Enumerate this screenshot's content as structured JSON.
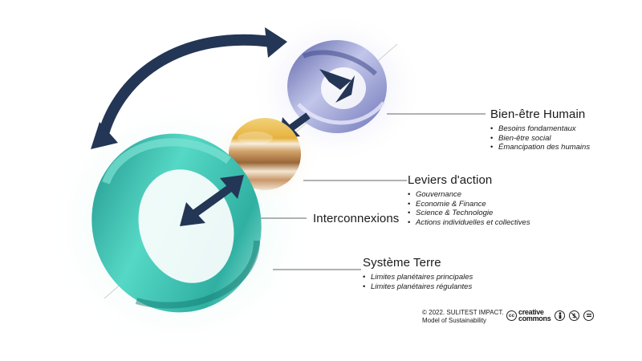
{
  "labels": {
    "human": {
      "title": "Bien-être Humain",
      "items": [
        "Besoins fondamentaux",
        "Bien-être social",
        "Émancipation des humains"
      ]
    },
    "levers": {
      "title": "Leviers d'action",
      "items": [
        "Gouvernance",
        "Economie & Finance",
        "Science & Technologie",
        "Actions individuelles et collectives"
      ]
    },
    "interconnexions": {
      "title": "Interconnexions"
    },
    "earth": {
      "title": "Système Terre",
      "items": [
        "Limites planétaires principales",
        "Limites planétaires régulantes"
      ]
    }
  },
  "footer": {
    "line1": "© 2022. SULITEST IMPACT.",
    "line2": "Model of Sustainability"
  },
  "license": {
    "logo_mark": "cc",
    "logo_text_1": "creative",
    "logo_text_2": "commons",
    "icons": [
      "cc-by-icon",
      "cc-nc-icon",
      "cc-nd-icon"
    ],
    "badges": [
      "BY",
      "NC",
      "ND"
    ]
  },
  "colors": {
    "arrow": "#243655",
    "human_ring": "#8b90c4",
    "earth_ring": "#3fc4b4",
    "sphere_gold": "#e3b23c",
    "sphere_brown": "#9c6a3a",
    "leader_line": "#333333"
  }
}
